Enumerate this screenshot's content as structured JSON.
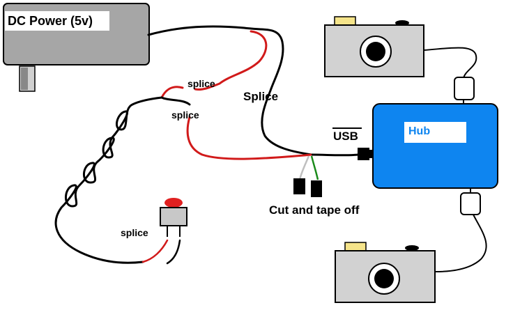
{
  "labels": {
    "power_supply": "DC Power (5v)",
    "splice_top": "splice",
    "splice_middle": "splice",
    "splice_main": "Splice",
    "splice_switch": "splice",
    "usb": "USB",
    "hub": "Hub",
    "cut_tape": "Cut and tape off"
  },
  "colors": {
    "power_body": "#a6a6a6",
    "hub_fill": "#0e85f0",
    "hub_label_bg": "#ffffff",
    "hub_label_text": "#0e85f0",
    "camera_body": "#d2d2d2",
    "camera_flash": "#f5e48a",
    "wire_black": "#000000",
    "wire_red": "#d11a1a",
    "wire_green": "#1a8a1a",
    "wire_white": "#bfbfbf",
    "button_red": "#e02020",
    "switch_body": "#c8c8c8"
  },
  "icons": {
    "power_supply": "power-adapter-icon",
    "camera": "camera-icon",
    "hub": "usb-hub-icon",
    "switch": "push-button-icon"
  }
}
